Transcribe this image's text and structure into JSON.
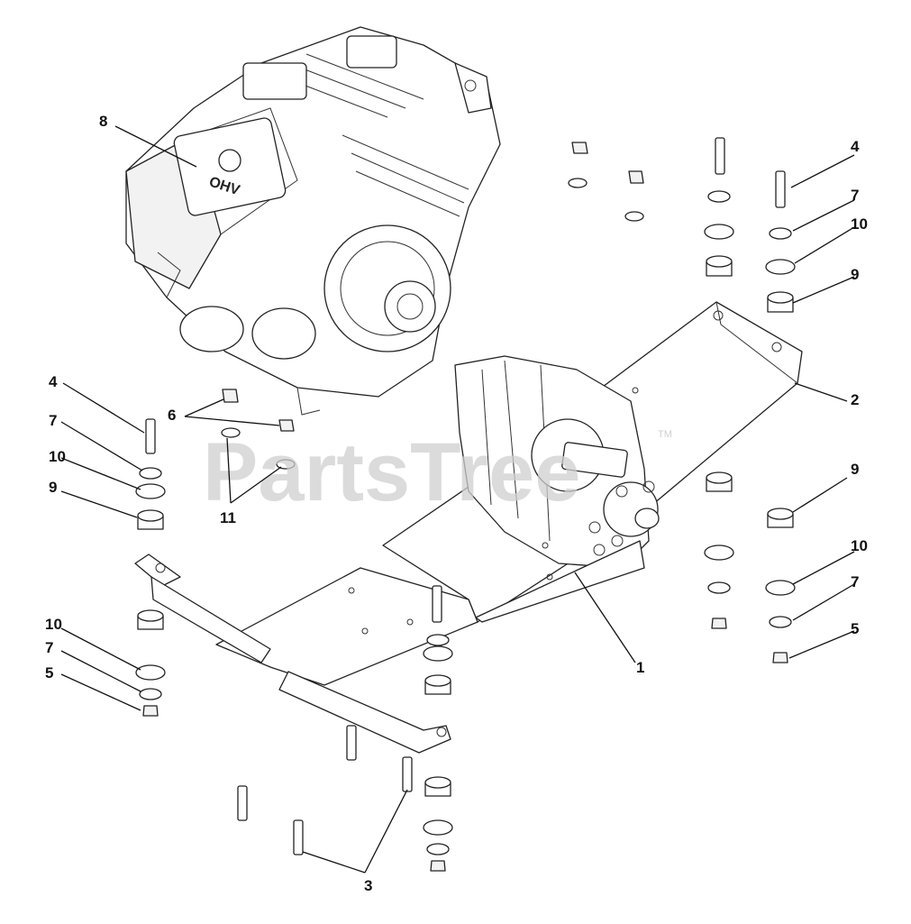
{
  "watermark": {
    "text": "PartsTree",
    "tm": "TM"
  },
  "callouts": {
    "c1": "1",
    "c2": "2",
    "c3": "3",
    "c4a": "4",
    "c4b": "4",
    "c5a": "5",
    "c5b": "5",
    "c6": "6",
    "c7a": "7",
    "c7b": "7",
    "c7c": "7",
    "c7d": "7",
    "c8": "8",
    "c9a": "9",
    "c9b": "9",
    "c9c": "9",
    "c10a": "10",
    "c10b": "10",
    "c10c": "10",
    "c10d": "10",
    "c11": "11"
  },
  "engine_label": "OHV"
}
